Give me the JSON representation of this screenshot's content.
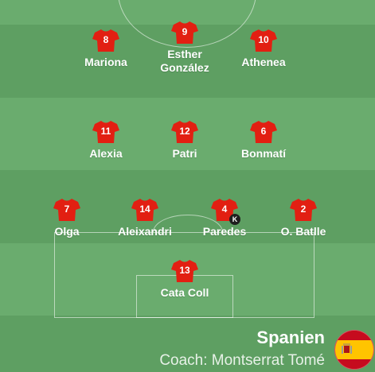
{
  "team": {
    "name": "Spanien",
    "coach": "Coach: Montserrat Tomé",
    "flag_icon": "spain-flag-icon"
  },
  "colors": {
    "pitch_light": "#6aac6e",
    "pitch_dark": "#5e9f62",
    "shirt": "#e21f12",
    "captain_badge": "#1f1f1f",
    "flag_red": "#c60b1e",
    "flag_yellow": "#ffc400"
  },
  "players": [
    {
      "number": "8",
      "name": "Mariona",
      "captain": false
    },
    {
      "number": "9",
      "name": "Esther\nGonzález",
      "captain": false
    },
    {
      "number": "10",
      "name": "Athenea",
      "captain": false
    },
    {
      "number": "11",
      "name": "Alexia",
      "captain": false
    },
    {
      "number": "12",
      "name": "Patri",
      "captain": false
    },
    {
      "number": "6",
      "name": "Bonmatí",
      "captain": false
    },
    {
      "number": "7",
      "name": "Olga",
      "captain": false
    },
    {
      "number": "14",
      "name": "Aleixandri",
      "captain": false
    },
    {
      "number": "4",
      "name": "Paredes",
      "captain": true,
      "badge": "K"
    },
    {
      "number": "2",
      "name": "O. Batlle",
      "captain": false
    },
    {
      "number": "13",
      "name": "Cata Coll",
      "captain": false
    }
  ]
}
